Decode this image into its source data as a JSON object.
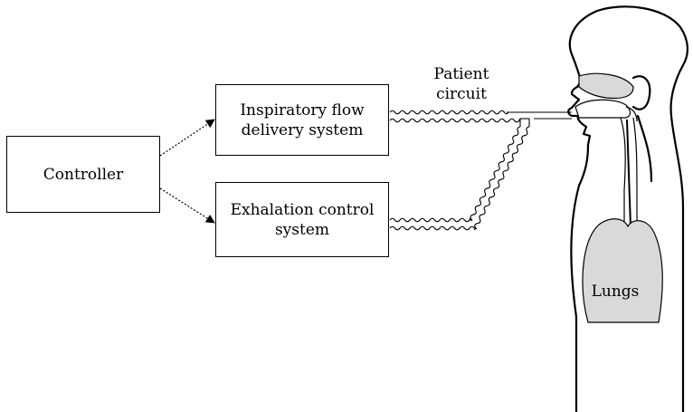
{
  "diagram": {
    "controller": "Controller",
    "inspiratory": "Inspiratory flow\ndelivery system",
    "exhalation": "Exhalation control\nsystem",
    "patient_circuit": "Patient\ncircuit",
    "lungs": "Lungs"
  },
  "colors": {
    "line": "#000000",
    "lungs_fill": "#d9d9d9",
    "background": "#ffffff"
  }
}
